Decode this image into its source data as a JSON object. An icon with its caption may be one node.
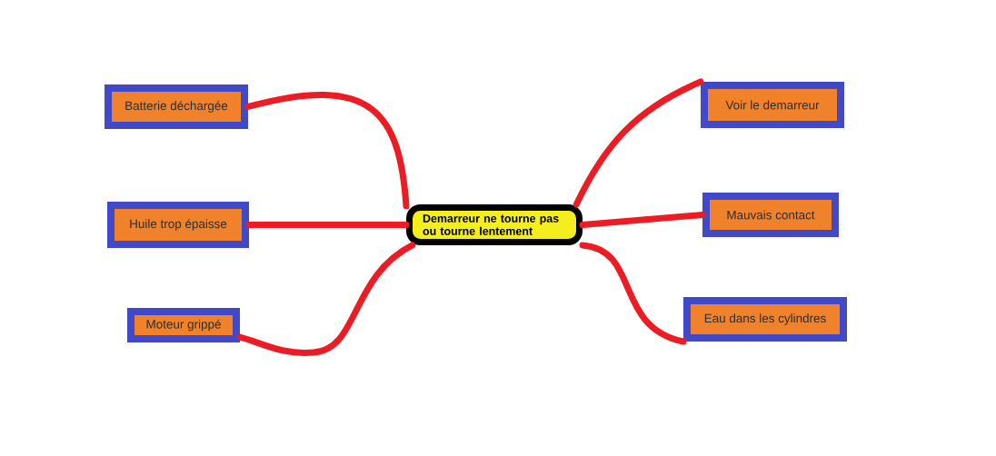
{
  "diagram": {
    "nodes": [
      {
        "text": [
          "Demarreur ne tourne pas ou tourne lentement"
        ]
      },
      {
        "text": [
          "Batterie déchargée"
        ]
      },
      {
        "text": [
          "Huile trop épaisse"
        ]
      },
      {
        "text": [
          "Moteur grippé"
        ]
      },
      {
        "text": [
          "Voir le demarreur"
        ]
      },
      {
        "text": [
          "Mauvais contact"
        ]
      },
      {
        "text": [
          "Eau dans les cylindres"
        ]
      }
    ],
    "edges": [
      {
        "from": 0,
        "to": 1,
        "arrow": "none"
      },
      {
        "from": 0,
        "to": 2,
        "arrow": "none"
      },
      {
        "from": 0,
        "to": 3,
        "arrow": "none"
      },
      {
        "from": 0,
        "to": 4,
        "arrow": "none"
      },
      {
        "from": 0,
        "to": 5,
        "arrow": "none"
      },
      {
        "from": 0,
        "to": 6,
        "arrow": "none"
      }
    ]
  }
}
